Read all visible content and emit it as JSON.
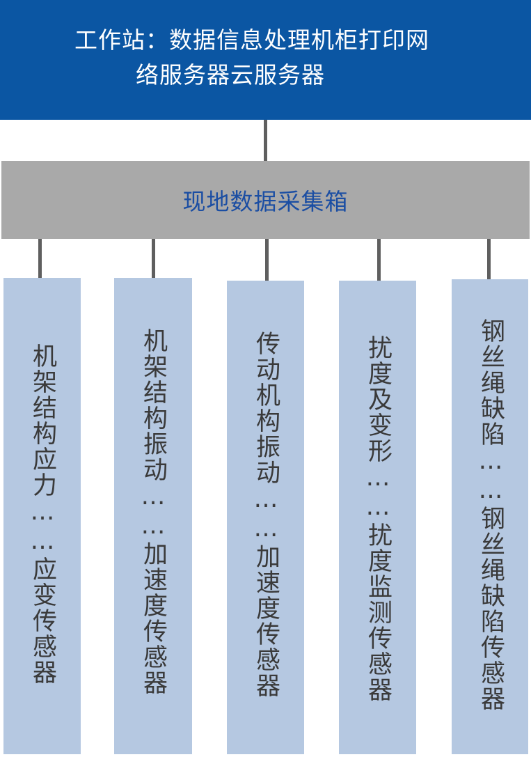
{
  "workstation": {
    "line1": "工作站：数据信息处理机柜打印网",
    "line2": "络服务器云服务器"
  },
  "collection_box": {
    "label": "现地数据采集箱"
  },
  "sensors": [
    {
      "text": "机架结构应力……应变传感器"
    },
    {
      "text": "机架结构振动……加速度传感器"
    },
    {
      "text": "传动机构振动……加速度传感器"
    },
    {
      "text": "扰度及变形……扰度监测传感器"
    },
    {
      "text": "钢丝绳缺陷……钢丝绳缺陷传感器"
    }
  ],
  "colors": {
    "top_box": "#0b56a3",
    "mid_box": "#a9a9a9",
    "mid_text": "#1b4ea3",
    "columns": "#b5c8e1",
    "connectors": "#5f5f5f"
  }
}
